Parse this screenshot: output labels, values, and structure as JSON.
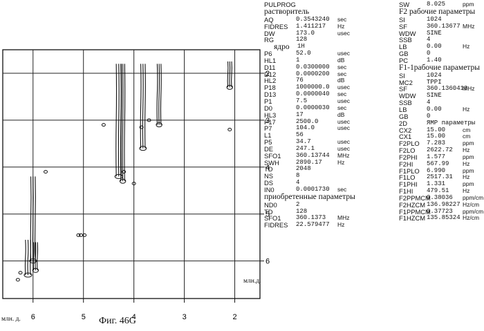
{
  "figure": {
    "caption": "Фиг. 46G",
    "axis_unit_x": "млн. д.",
    "axis_unit_y": "млн.д.",
    "x_ticks": [
      "6",
      "5",
      "4",
      "3",
      "2"
    ],
    "y_ticks": [
      "2",
      "3",
      "4",
      "5",
      "6"
    ],
    "x_range_ppm": [
      6.6,
      1.5
    ],
    "y_range_ppm": [
      1.5,
      6.8
    ]
  },
  "params_left": [
    {
      "k": "PULPROG",
      "v": "",
      "u": "",
      "type": "row"
    },
    {
      "k": "растворитель",
      "type": "head"
    },
    {
      "k": "AQ",
      "v": "0.3543240",
      "u": "sec",
      "type": "row"
    },
    {
      "k": "FIDRES",
      "v": "1.411217",
      "u": "Hz",
      "type": "row"
    },
    {
      "k": "DW",
      "v": "173.0",
      "u": "usec",
      "type": "row"
    },
    {
      "k": "RG",
      "v": "128",
      "u": "",
      "type": "row"
    },
    {
      "k": "ядро",
      "v": "1H",
      "u": "",
      "type": "headrow"
    },
    {
      "k": "P6",
      "v": "52.0",
      "u": "usec",
      "type": "row"
    },
    {
      "k": "HL1",
      "v": "1",
      "u": "dB",
      "type": "row"
    },
    {
      "k": "D11",
      "v": "0.0300000",
      "u": "sec",
      "type": "row"
    },
    {
      "k": "D12",
      "v": "0.0000200",
      "u": "sec",
      "type": "row"
    },
    {
      "k": "HL2",
      "v": "76",
      "u": "dB",
      "type": "row"
    },
    {
      "k": "P18",
      "v": "1000000.0",
      "u": "usec",
      "type": "row"
    },
    {
      "k": "D13",
      "v": "0.0000040",
      "u": "sec",
      "type": "row"
    },
    {
      "k": "P1",
      "v": "7.5",
      "u": "usec",
      "type": "row"
    },
    {
      "k": "D0",
      "v": "0.0000030",
      "u": "sec",
      "type": "row"
    },
    {
      "k": "HL3",
      "v": "17",
      "u": "dB",
      "type": "row"
    },
    {
      "k": "P17",
      "v": "2500.0",
      "u": "usec",
      "type": "row"
    },
    {
      "k": "P7",
      "v": "104.0",
      "u": "usec",
      "type": "row"
    },
    {
      "k": "L1",
      "v": "56",
      "u": "",
      "type": "row"
    },
    {
      "k": "P5",
      "v": "34.7",
      "u": "usec",
      "type": "row"
    },
    {
      "k": "DE",
      "v": "247.1",
      "u": "usec",
      "type": "row"
    },
    {
      "k": "SFO1",
      "v": "360.13744",
      "u": "MHz",
      "type": "row"
    },
    {
      "k": "SWH",
      "v": "2890.17",
      "u": "Hz",
      "type": "row"
    },
    {
      "k": "TD",
      "v": "2048",
      "u": "",
      "type": "row"
    },
    {
      "k": "NS",
      "v": "8",
      "u": "",
      "type": "row"
    },
    {
      "k": "DS",
      "v": "4",
      "u": "",
      "type": "row"
    },
    {
      "k": "IN0",
      "v": "0.0001730",
      "u": "sec",
      "type": "row"
    },
    {
      "k": "приобретенные параметры",
      "type": "head"
    },
    {
      "k": "ND0",
      "v": "2",
      "u": "",
      "type": "row"
    },
    {
      "k": "TD",
      "v": "128",
      "u": "",
      "type": "row"
    },
    {
      "k": "SFO1",
      "v": "360.1373",
      "u": "MHz",
      "type": "row"
    },
    {
      "k": "FIDRES",
      "v": "22.579477",
      "u": "Hz",
      "type": "row"
    }
  ],
  "params_right": [
    {
      "k": "SW",
      "v": "8.025",
      "u": "ppm",
      "type": "row"
    },
    {
      "k": "F2 рабочие параметры",
      "type": "head"
    },
    {
      "k": "SI",
      "v": "1024",
      "u": "",
      "type": "row"
    },
    {
      "k": "SF",
      "v": "360.13677",
      "u": "MHz",
      "type": "row"
    },
    {
      "k": "WDW",
      "v": "SINE",
      "u": "",
      "type": "row"
    },
    {
      "k": "SSB",
      "v": "4",
      "u": "",
      "type": "row"
    },
    {
      "k": "LB",
      "v": "0.00",
      "u": "Hz",
      "type": "row"
    },
    {
      "k": "GB",
      "v": "0",
      "u": "",
      "type": "row"
    },
    {
      "k": "PC",
      "v": "1.40",
      "u": "",
      "type": "row"
    },
    {
      "k": "F1-1рабочие параметры",
      "type": "head"
    },
    {
      "k": "SI",
      "v": "1024",
      "u": "",
      "type": "row"
    },
    {
      "k": "MC2",
      "v": "TPPI",
      "u": "",
      "type": "row"
    },
    {
      "k": "SF",
      "v": "360.1360418",
      "u": "MHz",
      "type": "row"
    },
    {
      "k": "WDW",
      "v": "SINE",
      "u": "",
      "type": "row"
    },
    {
      "k": "SSB",
      "v": "4",
      "u": "",
      "type": "row"
    },
    {
      "k": "LB",
      "v": "0.00",
      "u": "Hz",
      "type": "row"
    },
    {
      "k": "GB",
      "v": "0",
      "u": "",
      "type": "row"
    },
    {
      "k": "2D",
      "v": "ЯМР параметры",
      "u": "",
      "type": "row"
    },
    {
      "k": "CX2",
      "v": "15.00",
      "u": "cm",
      "type": "row"
    },
    {
      "k": "CX1",
      "v": "15.00",
      "u": "cm",
      "type": "row"
    },
    {
      "k": "F2PLO",
      "v": "7.283",
      "u": "ppm",
      "type": "row"
    },
    {
      "k": "F2LO",
      "v": "2622.72",
      "u": "Hz",
      "type": "row"
    },
    {
      "k": "F2PHI",
      "v": "1.577",
      "u": "ppm",
      "type": "row"
    },
    {
      "k": "F2HI",
      "v": "567.99",
      "u": "Hz",
      "type": "row"
    },
    {
      "k": "F1PLO",
      "v": "6.990",
      "u": "ppm",
      "type": "row"
    },
    {
      "k": "F1LO",
      "v": "2517.31",
      "u": "Hz",
      "type": "row"
    },
    {
      "k": "F1PHI",
      "v": "1.331",
      "u": "ppm",
      "type": "row"
    },
    {
      "k": "F1HI",
      "v": "479.51",
      "u": "Hz",
      "type": "row"
    },
    {
      "k": "F2PPMCM",
      "v": "0.38036",
      "u": "ppm/cm",
      "type": "row"
    },
    {
      "k": "F2HZCM",
      "v": "136.98227",
      "u": "Hz/cm",
      "type": "row"
    },
    {
      "k": "F1PPMCM",
      "v": "0.37723",
      "u": "ppm/cm",
      "type": "row"
    },
    {
      "k": "F1HZCM",
      "v": "135.85324",
      "u": "Hz/cm",
      "type": "row"
    }
  ]
}
